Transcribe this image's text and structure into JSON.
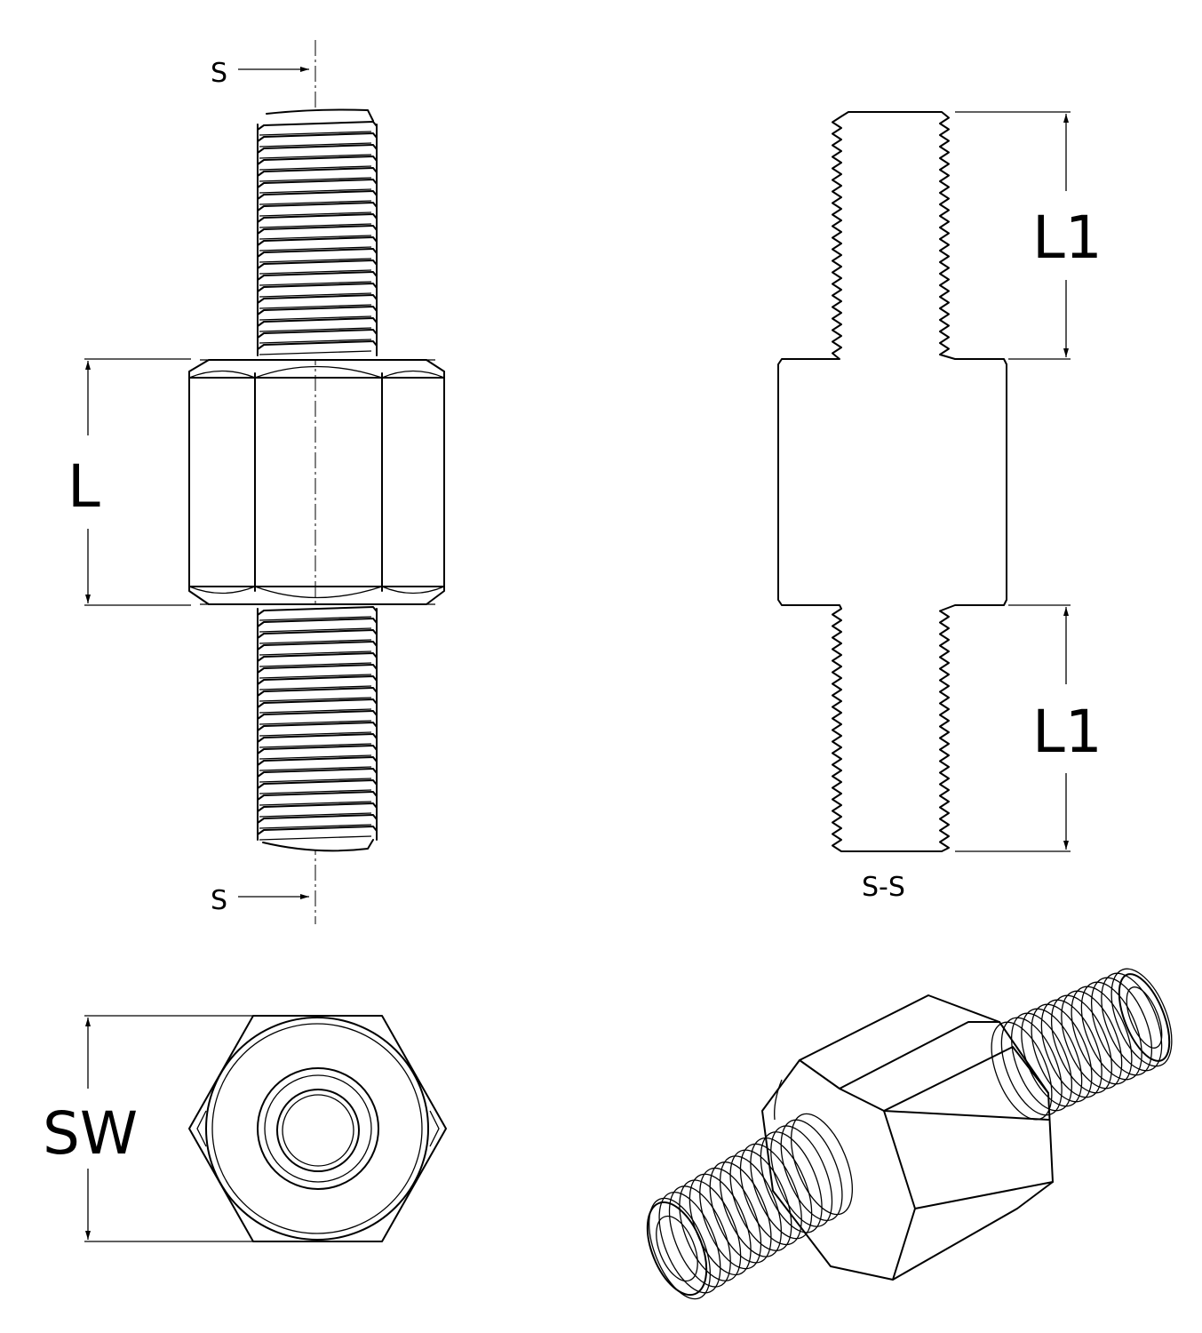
{
  "labels": {
    "section_top": "S",
    "section_bottom": "S",
    "section_view": "S-S",
    "length": "L",
    "thread_length_top": "L1",
    "thread_length_bottom": "L1",
    "wrench_size": "SW"
  }
}
